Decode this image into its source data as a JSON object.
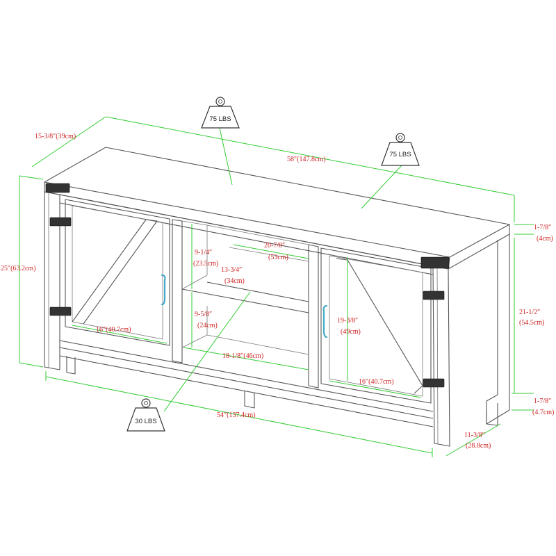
{
  "colors": {
    "line": "#555555",
    "dimension_line": "#33cc33",
    "dimension_text": "#cc2222",
    "handle": "#44a8c8"
  },
  "icons": {
    "weight": "weight-icon"
  },
  "weights": {
    "top_left": "75 LBS",
    "top_right": "75 LBS",
    "shelf": "30 LBS"
  },
  "dimensions": {
    "depth_top": "15-3/8″(39cm)",
    "width_top": "58″(147.8cm)",
    "height": "25″(63.2cm)",
    "top_thickness_in": "1-7/8″",
    "top_thickness_cm": "(4cm)",
    "height_to_top_in": "21-1/2″",
    "height_to_top_cm": "(54.5cm)",
    "leg_clearance_in": "1-7/8″",
    "leg_clearance_cm": "(4.7cm)",
    "base_depth_in": "11-3/8″",
    "base_depth_cm": "(28.8cm)",
    "base_width": "54″(137.4cm)",
    "upper_shelf_height_in": "9-1/4″",
    "upper_shelf_height_cm": "(23.5cm)",
    "middle_width_in": "20-7/8″",
    "middle_width_cm": "(53cm)",
    "middle_depth_in": "13-3/4″",
    "middle_depth_cm": "(34cm)",
    "lower_shelf_height_in": "9-5/8″",
    "lower_shelf_height_cm": "(24cm)",
    "middle_inner_width": "18-1/8″(46cm)",
    "left_door_width": "16″(40.7cm)",
    "right_door_width": "16″(40.7cm)",
    "door_height_in": "19-3/8″",
    "door_height_cm": "(49cm)"
  }
}
